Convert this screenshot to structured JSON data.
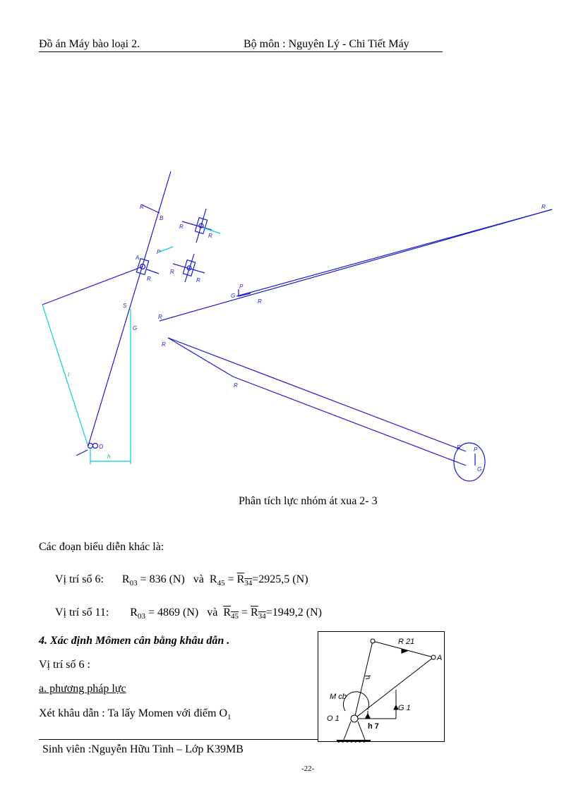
{
  "header": {
    "left": "Đồ án Máy bào loại 2.",
    "right": "Bộ môn : Nguyên Lý  -  Chi Tiết Máy"
  },
  "diagram": {
    "caption": "Phân tích lực nhóm át xua 2- 3",
    "labels": {
      "B": "B",
      "A": "A",
      "S": "S",
      "G": "G",
      "O": "O",
      "h": "h",
      "l": "l",
      "R": "R",
      "P": "P"
    },
    "colors": {
      "link": "#1a1ad0",
      "dimension": "#00d0e0"
    }
  },
  "body": {
    "intro": "Các đoạn biểu diễn khác là:",
    "rows": [
      {
        "label": "Vị trí số 6:",
        "r03": "R",
        "r03_sub": "03",
        "r03_value": " =   836 (N)",
        "and": "và",
        "r45": "R",
        "r45_sub": "45",
        "eq": " = ",
        "r34": "R",
        "r34_sub": "34",
        "value": "=2925,5  (N)"
      },
      {
        "label": "Vị trí số 11:",
        "r03": "R",
        "r03_sub": "03",
        "r03_value": " =  4869 (N)",
        "and": "và",
        "r45": "R",
        "r45_sub": "45",
        "eq": " = ",
        "r34": "R",
        "r34_sub": "34",
        "value": "=1949,2  (N)"
      }
    ],
    "section_title": "4. Xác định Mômen cân bằng khâu dẫn .",
    "position": "Vị trí số 6 :",
    "method": "a. phương pháp lực",
    "statement": "Xét khâu dẫn : Ta lấy Momen với điểm O",
    "statement_sub": "1"
  },
  "figure2": {
    "r21": "R 21",
    "a": "A",
    "h": "h",
    "mcb": "M cb",
    "o1": "O 1",
    "g1": "G 1",
    "h7": "h 7"
  },
  "footer": {
    "student": "Sinh viên :Nguyễn  Hữu Tình – Lớp K39MB",
    "page": "-22-"
  }
}
